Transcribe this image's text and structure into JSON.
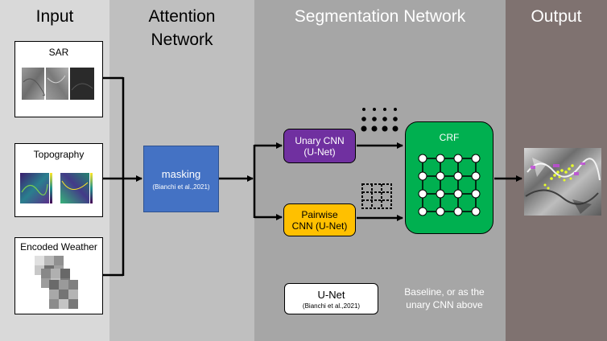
{
  "panels": {
    "input": {
      "title": "Input",
      "color": "#d9d9d9"
    },
    "attention": {
      "title_line1": "Attention",
      "title_line2": "Network",
      "color": "#bfbfbf"
    },
    "segmentation": {
      "title": "Segmentation Network",
      "color": "#a6a6a6"
    },
    "output": {
      "title": "Output",
      "color": "#7f7270"
    }
  },
  "inputs": {
    "sar": {
      "label": "SAR"
    },
    "topography": {
      "label": "Topography"
    },
    "weather": {
      "label": "Encoded Weather"
    }
  },
  "masking": {
    "label": "masking",
    "citation": "(Bianchi et al.,2021)",
    "color": "#4472c4"
  },
  "unary": {
    "line1": "Unary CNN",
    "line2": "(U-Net)",
    "color": "#7030a0"
  },
  "pairwise": {
    "line1": "Pairwise",
    "line2": "CNN (U-Net)",
    "color": "#ffc000"
  },
  "crf": {
    "label": "CRF",
    "color": "#00b050"
  },
  "unet": {
    "label": "U-Net",
    "citation": "(Bianchi et al.,2021)"
  },
  "baseline_note": {
    "line1": "Baseline, or as the",
    "line2": "unary CNN above"
  }
}
